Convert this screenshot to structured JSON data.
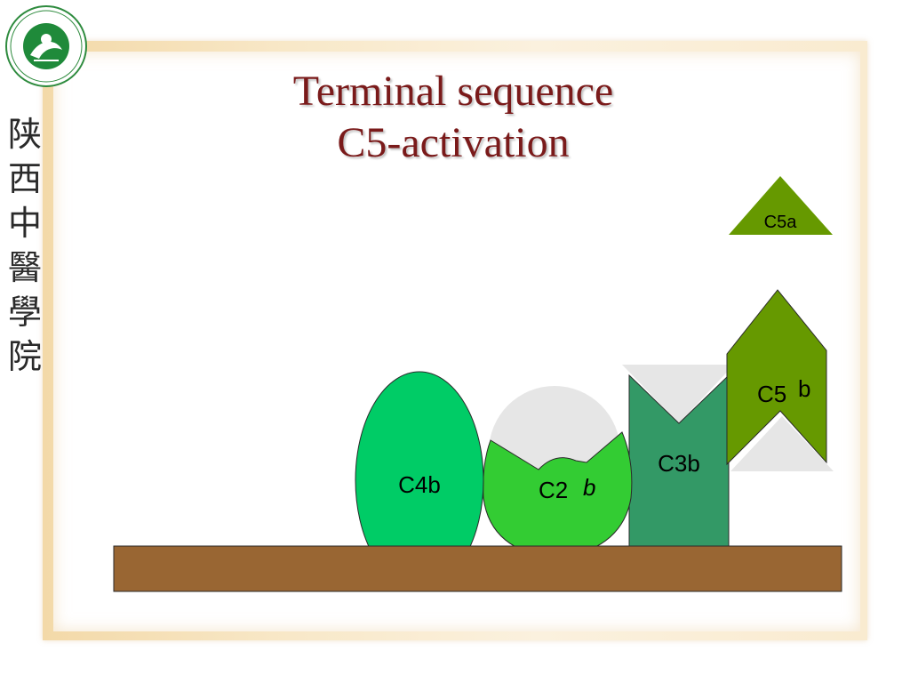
{
  "slide": {
    "title_line1": "Terminal sequence",
    "title_line2": "C5-activation",
    "side_text": "陕西中醫學院"
  },
  "diagram": {
    "membrane_color": "#996633",
    "components": {
      "c4b": {
        "label": "C4b",
        "color": "#00cc66"
      },
      "c2b": {
        "label_main": "C2",
        "label_suffix": "b",
        "color": "#33cc33"
      },
      "c3b": {
        "label": "C3b",
        "color": "#339966"
      },
      "c5b": {
        "label_main": "C5",
        "label_suffix": "b",
        "color": "#669900"
      },
      "c5a": {
        "label": "C5a",
        "color": "#669900"
      }
    },
    "cleft_color": "#e6e6e6"
  }
}
